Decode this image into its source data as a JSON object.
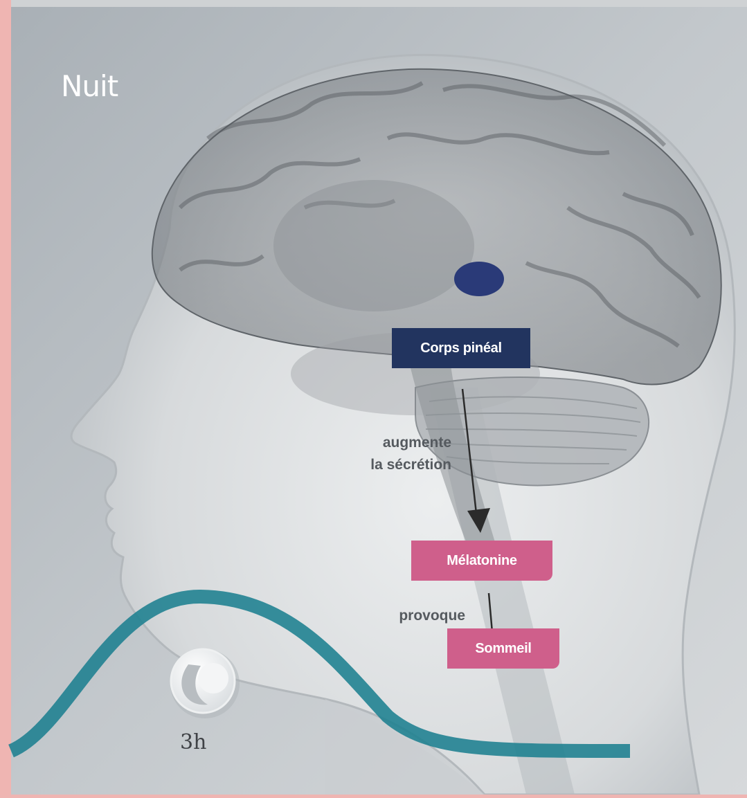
{
  "panel": {
    "title": "Nuit",
    "time_label": "3h"
  },
  "labels": {
    "pineal": "Corps pinéal",
    "action1_line1": "augmente",
    "action1_line2": "la sécrétion",
    "melatonin": "Mélatonine",
    "action2": "provoque",
    "sleep": "Sommeil"
  },
  "colors": {
    "background_outer": "#efb5b2",
    "pineal_box": "#22345f",
    "pink_box": "#cf5f8b",
    "wave": "#1c7f8f",
    "gland": "#2a3a78"
  },
  "icons": {
    "moon": "crescent-moon-icon"
  }
}
